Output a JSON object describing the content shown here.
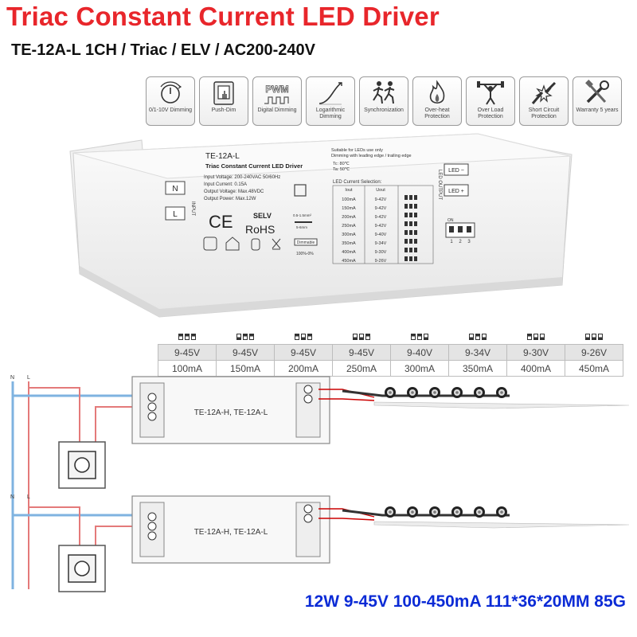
{
  "title": "Triac Constant Current LED Driver",
  "subtitle": "TE-12A-L 1CH / Triac / ELV / AC200-240V",
  "features": [
    {
      "icon": "dial-icon",
      "label": "0/1-10V Dimming"
    },
    {
      "icon": "push-button-icon",
      "label": "Push-Dim"
    },
    {
      "icon": "pwm-icon",
      "label": "Digital Dimming"
    },
    {
      "icon": "log-curve-icon",
      "label": "Logarithmic Dimming"
    },
    {
      "icon": "runners-icon",
      "label": "Synchronization"
    },
    {
      "icon": "flame-icon",
      "label": "Over-heat Protection"
    },
    {
      "icon": "weightlifter-icon",
      "label": "Over Load Protection"
    },
    {
      "icon": "spark-icon",
      "label": "Short Circuit Protection"
    },
    {
      "icon": "tools-icon",
      "label": "Warranty 5 years"
    }
  ],
  "label": {
    "model": "TE-12A-L",
    "name": "Triac Constant Current LED Driver",
    "input_voltage": "Input Voltage: 200-240VAC  50/60Hz",
    "input_current": "Input Current: 0.15A",
    "output_voltage": "Output Voltage: Max.48VDC",
    "output_power": "Output Power: Max.12W",
    "suitable": "Suitable for LEDs use only",
    "dimming": "Dimming with leading edge / trailing edge",
    "tc": "Tc: 80℃",
    "ta": "Ta: 50℃",
    "selection_title": "LED Current Selection:",
    "col_iout": "Iout",
    "col_uout": "Uout",
    "rows": [
      {
        "iout": "100mA",
        "uout": "9-42V"
      },
      {
        "iout": "150mA",
        "uout": "9-42V"
      },
      {
        "iout": "200mA",
        "uout": "9-42V"
      },
      {
        "iout": "250mA",
        "uout": "9-42V"
      },
      {
        "iout": "300mA",
        "uout": "9-40V"
      },
      {
        "iout": "350mA",
        "uout": "9-34V"
      },
      {
        "iout": "400mA",
        "uout": "9-30V"
      },
      {
        "iout": "450mA",
        "uout": "9-26V"
      }
    ],
    "selv": "SELV",
    "rohs": "RoHS",
    "ce": "CE",
    "wire_spec": "0.5-1.5mm²",
    "strip": "5-6mm",
    "dimmable": "Dimmable",
    "dim_range": "100%-0%",
    "n": "N",
    "l": "L",
    "input": "INPUT",
    "led_output": "LED OUTPUT",
    "led_minus": "LED −",
    "led_plus": "LED +",
    "on": "ON",
    "dip": [
      "1",
      "2",
      "3"
    ]
  },
  "current_table": {
    "voltages": [
      "9-45V",
      "9-45V",
      "9-45V",
      "9-45V",
      "9-40V",
      "9-34V",
      "9-30V",
      "9-26V"
    ],
    "currents": [
      "100mA",
      "150mA",
      "200mA",
      "250mA",
      "300mA",
      "350mA",
      "400mA",
      "450mA"
    ]
  },
  "wiring": {
    "model_text": "TE-12A-H, TE-12A-L",
    "n": "N",
    "l": "L"
  },
  "specs": "12W 9-45V 100-450mA 111*36*20MM 85G"
}
